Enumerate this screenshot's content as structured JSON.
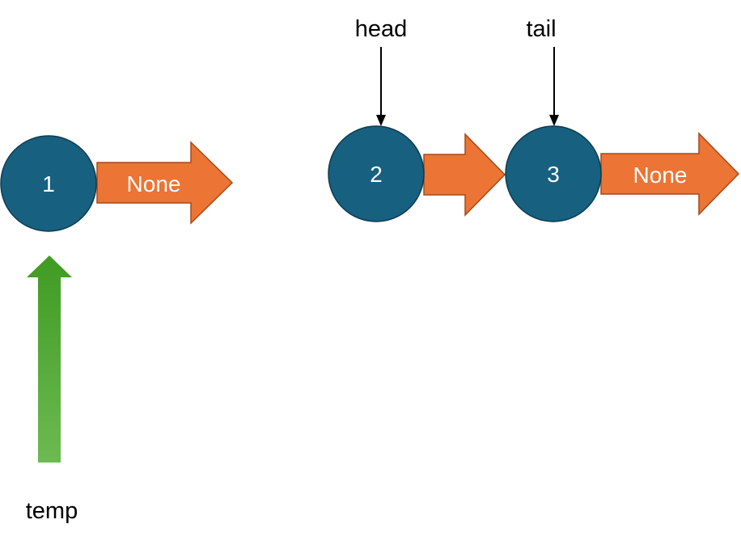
{
  "colors": {
    "node_fill": "#17607f",
    "node_stroke": "#0d3b50",
    "next_arrow_fill": "#ec7434",
    "next_arrow_stroke": "#a44a1a",
    "pointer_line": "#000000",
    "temp_arrow_top": "#3f9b22",
    "temp_arrow_bottom": "#6cba52"
  },
  "nodes": [
    {
      "value": "1",
      "next_label": "None"
    },
    {
      "value": "2",
      "next_label": ""
    },
    {
      "value": "3",
      "next_label": "None"
    }
  ],
  "pointers": {
    "head": "head",
    "tail": "tail",
    "temp": "temp"
  }
}
